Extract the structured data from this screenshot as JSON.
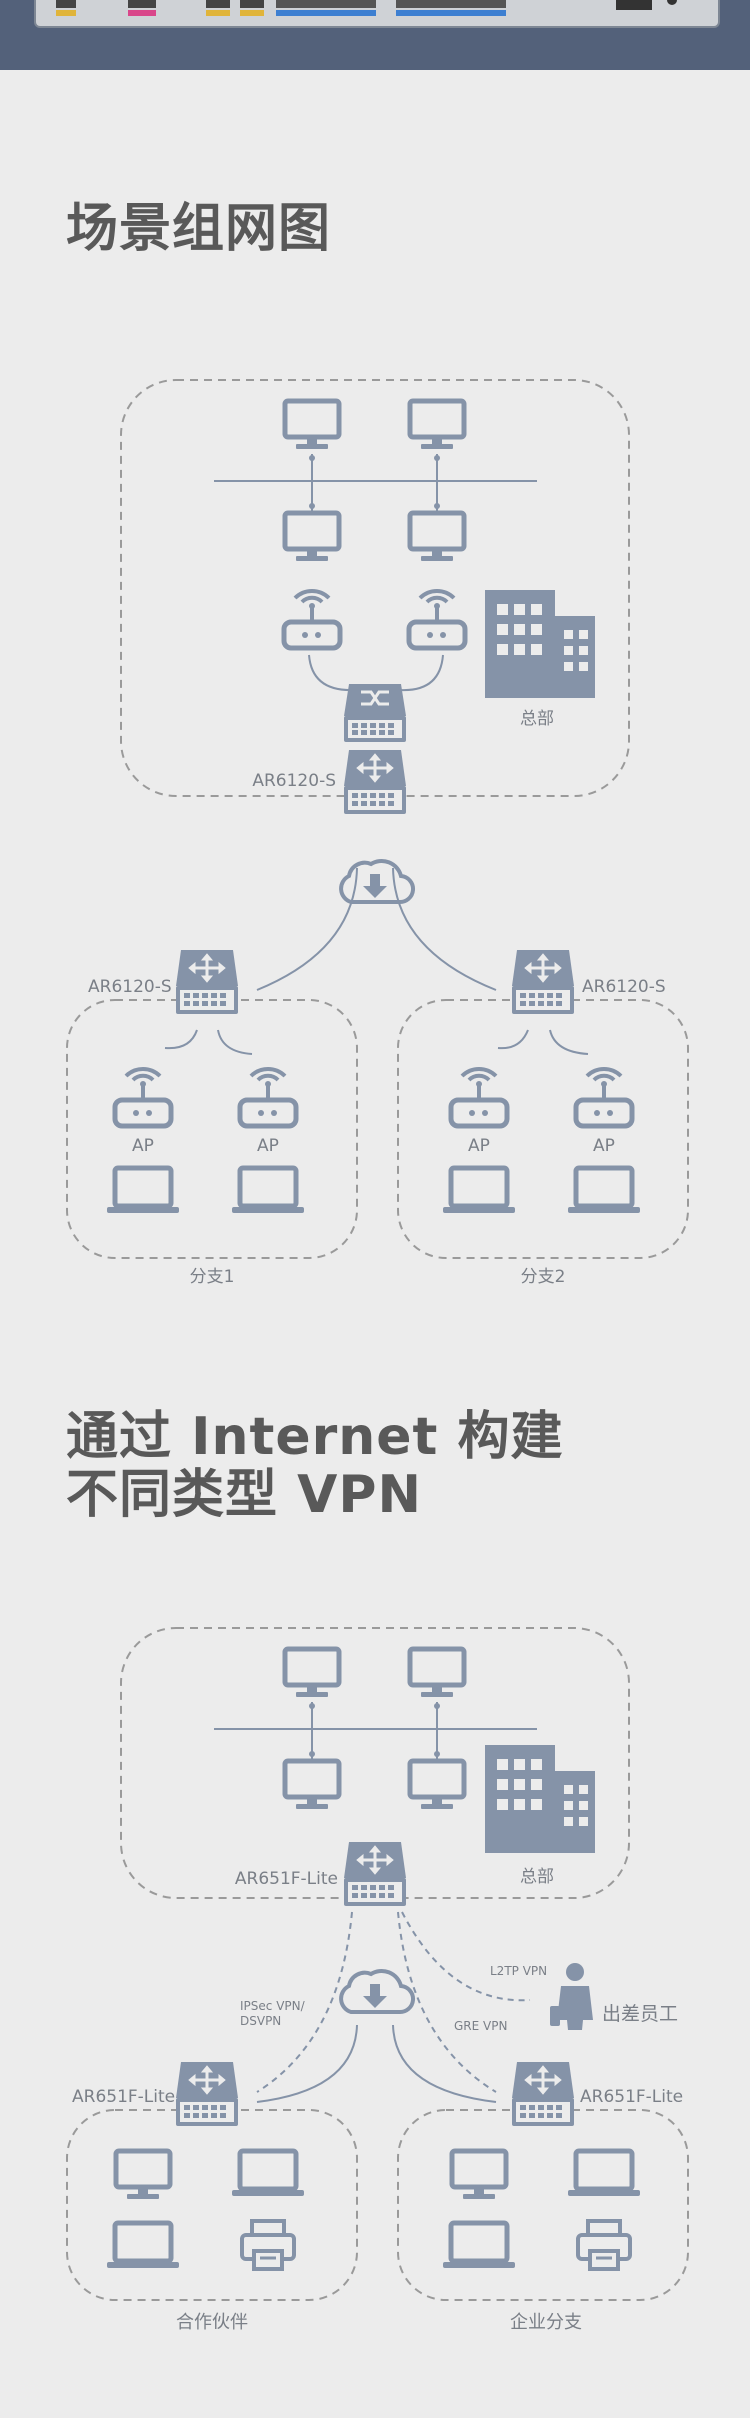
{
  "section1": {
    "title": "场景组网图",
    "hq_label": "总部",
    "hq_router": "AR6120-S",
    "left_router": "AR6120-S",
    "right_router": "AR6120-S",
    "ap_label": "AP",
    "branch1": "分支1",
    "branch2": "分支2"
  },
  "section2": {
    "title_line1": "通过 Internet 构建",
    "title_line2": "不同类型 VPN",
    "hq_label": "总部",
    "hq_router": "AR651F-Lite",
    "left_router": "AR651F-Lite",
    "right_router": "AR651F-Lite",
    "ipsec_line1": "IPSec VPN/",
    "ipsec_line2": "DSVPN",
    "l2tp": "L2TP VPN",
    "gre": "GRE VPN",
    "traveler": "出差员工",
    "partner": "合作伙伴",
    "enterprise_branch": "企业分支"
  },
  "colors": {
    "icon": "#8593a8",
    "text": "#7a7f87",
    "title": "#595959",
    "band": "#53617a",
    "background": "#ececec"
  }
}
